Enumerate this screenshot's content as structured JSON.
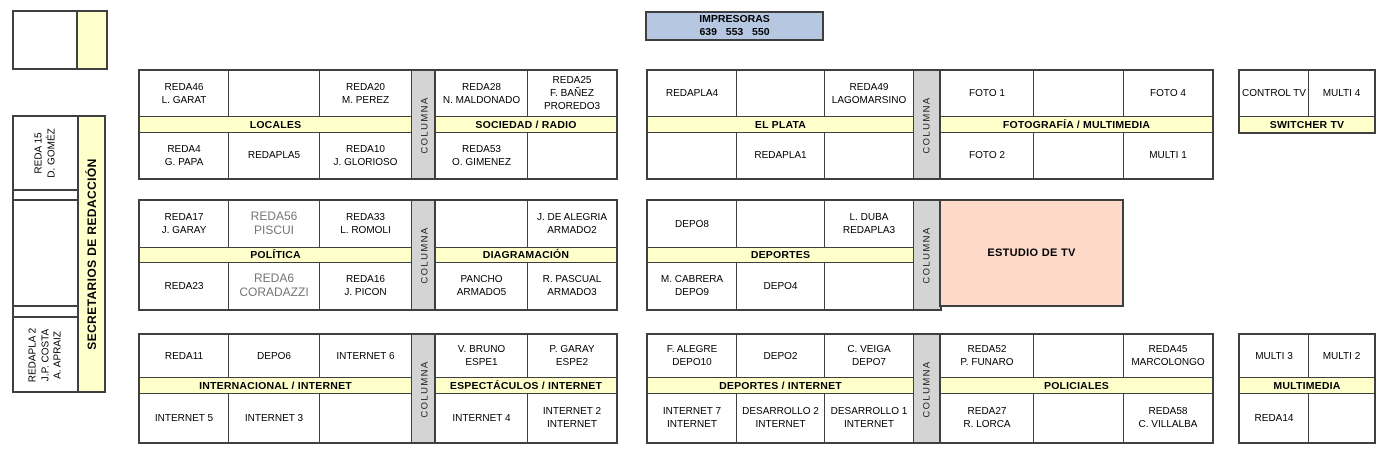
{
  "colors": {
    "band_yellow": "#ffffcc",
    "columna_gray": "#d4d4d4",
    "studio_pink": "#fcd9c9",
    "printer_blue": "#b5c7e1",
    "border_dark": "#3f3f3f"
  },
  "printer_box": {
    "line1": "IMPRESORAS",
    "line2": "639   553   550"
  },
  "columna_label": "COLUMNA",
  "left_rail": {
    "secretarios_label": "SECRETARIOS DE REDACCIÓN",
    "cells": [
      {
        "lines": [
          "REDA 15",
          "D. GOMÉZ"
        ]
      },
      {
        "lines": []
      },
      {
        "lines": [
          "REDAPLA 2",
          "J.P. COSTA",
          "A. APRAIZ"
        ]
      }
    ]
  },
  "blocks": [
    {
      "id": "locales",
      "title": "LOCALES",
      "top": [
        {
          "lines": [
            "REDA46",
            "L. GARAT"
          ]
        },
        {
          "lines": []
        },
        {
          "lines": [
            "REDA20",
            "M. PEREZ"
          ]
        }
      ],
      "bottom": [
        {
          "lines": [
            "REDA4",
            "G. PAPA"
          ]
        },
        {
          "lines": [
            "REDAPLA5"
          ]
        },
        {
          "lines": [
            "REDA10",
            "J. GLORIOSO"
          ]
        }
      ]
    },
    {
      "id": "sociedad",
      "title": "SOCIEDAD / RADIO",
      "top": [
        {
          "lines": [
            "REDA28",
            "N. MALDONADO"
          ]
        },
        {
          "lines": [
            "REDA25",
            "F. BAÑEZ",
            "PROREDO3"
          ]
        }
      ],
      "bottom": [
        {
          "lines": [
            "REDA53",
            "O. GIMENEZ"
          ]
        },
        {
          "lines": []
        }
      ]
    },
    {
      "id": "elplata",
      "title": "EL PLATA",
      "top": [
        {
          "lines": [
            "REDAPLA4"
          ]
        },
        {
          "lines": []
        },
        {
          "lines": [
            "REDA49",
            "LAGOMARSINO"
          ]
        }
      ],
      "bottom": [
        {
          "lines": []
        },
        {
          "lines": [
            "REDAPLA1"
          ]
        },
        {
          "lines": []
        }
      ]
    },
    {
      "id": "foto",
      "title": "FOTOGRAFÍA / MULTIMEDIA",
      "top": [
        {
          "lines": [
            "FOTO 1"
          ]
        },
        {
          "lines": []
        },
        {
          "lines": [
            "FOTO 4"
          ]
        }
      ],
      "bottom": [
        {
          "lines": [
            "FOTO 2"
          ]
        },
        {
          "lines": []
        },
        {
          "lines": [
            "MULTI 1"
          ]
        }
      ]
    },
    {
      "id": "switcher",
      "title": "SWITCHER TV",
      "top": [
        {
          "lines": [
            "CONTROL TV"
          ]
        },
        {
          "lines": [
            "MULTI 4"
          ]
        }
      ],
      "bottom": []
    },
    {
      "id": "politica",
      "title": "POLÍTICA",
      "top": [
        {
          "lines": [
            "REDA17",
            "J. GARAY"
          ]
        },
        {
          "lines": [
            "REDA56",
            "PISCUI"
          ],
          "alt": true
        },
        {
          "lines": [
            "REDA33",
            "L. ROMOLI"
          ]
        }
      ],
      "bottom": [
        {
          "lines": [
            "REDA23"
          ]
        },
        {
          "lines": [
            "REDA6",
            "CORADAZZI"
          ],
          "alt": true
        },
        {
          "lines": [
            "REDA16",
            "J. PICON"
          ]
        }
      ]
    },
    {
      "id": "diagramacion",
      "title": "DIAGRAMACIÓN",
      "top": [
        {
          "lines": []
        },
        {
          "lines": [
            "J. DE ALEGRIA",
            "ARMADO2"
          ]
        }
      ],
      "bottom": [
        {
          "lines": [
            "PANCHO",
            "ARMADO5"
          ]
        },
        {
          "lines": [
            "R. PASCUAL",
            "ARMADO3"
          ]
        }
      ]
    },
    {
      "id": "deportes",
      "title": "DEPORTES",
      "top": [
        {
          "lines": [
            "DEPO8"
          ]
        },
        {
          "lines": []
        },
        {
          "lines": [
            "L. DUBA",
            "REDAPLA3"
          ]
        }
      ],
      "bottom": [
        {
          "lines": [
            "M. CABRERA",
            "DEPO9"
          ]
        },
        {
          "lines": [
            "DEPO4"
          ]
        },
        {
          "lines": []
        }
      ]
    },
    {
      "id": "estudio",
      "title": "ESTUDIO DE TV",
      "single": true
    },
    {
      "id": "internacional",
      "title": "INTERNACIONAL / INTERNET",
      "top": [
        {
          "lines": [
            "REDA11"
          ]
        },
        {
          "lines": [
            "DEPO6"
          ]
        },
        {
          "lines": [
            "INTERNET 6"
          ]
        }
      ],
      "bottom": [
        {
          "lines": [
            "INTERNET 5"
          ]
        },
        {
          "lines": [
            "INTERNET 3"
          ]
        },
        {
          "lines": []
        }
      ]
    },
    {
      "id": "espectaculos",
      "title": "ESPECTÁCULOS / INTERNET",
      "top": [
        {
          "lines": [
            "V. BRUNO",
            "ESPE1"
          ]
        },
        {
          "lines": [
            "P. GARAY",
            "ESPE2"
          ]
        }
      ],
      "bottom": [
        {
          "lines": [
            "INTERNET 4"
          ]
        },
        {
          "lines": [
            "INTERNET 2",
            "INTERNET"
          ]
        }
      ]
    },
    {
      "id": "deportes_internet",
      "title": "DEPORTES / INTERNET",
      "top": [
        {
          "lines": [
            "F. ALEGRE",
            "DEPO10"
          ]
        },
        {
          "lines": [
            "DEPO2"
          ]
        },
        {
          "lines": [
            "C. VEIGA",
            "DEPO7"
          ]
        }
      ],
      "bottom": [
        {
          "lines": [
            "INTERNET 7",
            "INTERNET"
          ]
        },
        {
          "lines": [
            "DESARROLLO 2",
            "INTERNET"
          ]
        },
        {
          "lines": [
            "DESARROLLO 1",
            "INTERNET"
          ]
        }
      ]
    },
    {
      "id": "policiales",
      "title": "POLICIALES",
      "top": [
        {
          "lines": [
            "REDA52",
            "P. FUNARO"
          ]
        },
        {
          "lines": []
        },
        {
          "lines": [
            "REDA45",
            "MARCOLONGO"
          ]
        }
      ],
      "bottom": [
        {
          "lines": [
            "REDA27",
            "R. LORCA"
          ]
        },
        {
          "lines": []
        },
        {
          "lines": [
            "REDA58",
            "C. VILLALBA"
          ]
        }
      ]
    },
    {
      "id": "multimedia",
      "title": "MULTIMEDIA",
      "top": [
        {
          "lines": [
            "MULTI 3"
          ]
        },
        {
          "lines": [
            "MULTI 2"
          ]
        }
      ],
      "bottom": [
        {
          "lines": [
            "REDA14"
          ]
        },
        {
          "lines": []
        }
      ]
    }
  ]
}
